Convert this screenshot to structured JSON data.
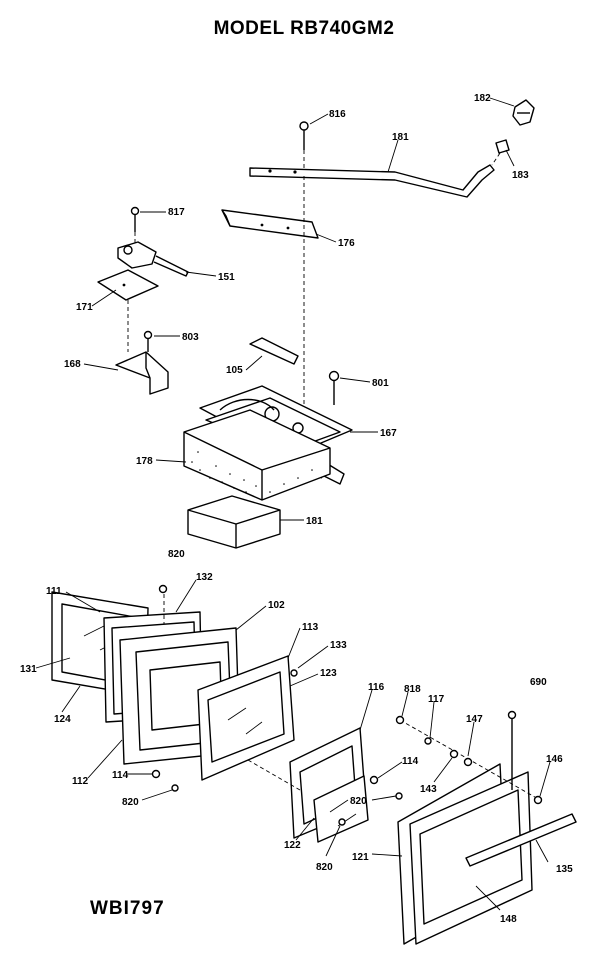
{
  "title": "MODEL RB740GM2",
  "drawing_code": "WBI797",
  "part_labels": [
    "182",
    "816",
    "181",
    "183",
    "817",
    "176",
    "151",
    "171",
    "803",
    "168",
    "105",
    "801",
    "167",
    "178",
    "181",
    "820",
    "132",
    "111",
    "102",
    "113",
    "133",
    "131",
    "123",
    "124",
    "116",
    "818",
    "117",
    "690",
    "147",
    "146",
    "114",
    "143",
    "112",
    "114",
    "820",
    "820",
    "122",
    "820",
    "121",
    "135",
    "148"
  ]
}
